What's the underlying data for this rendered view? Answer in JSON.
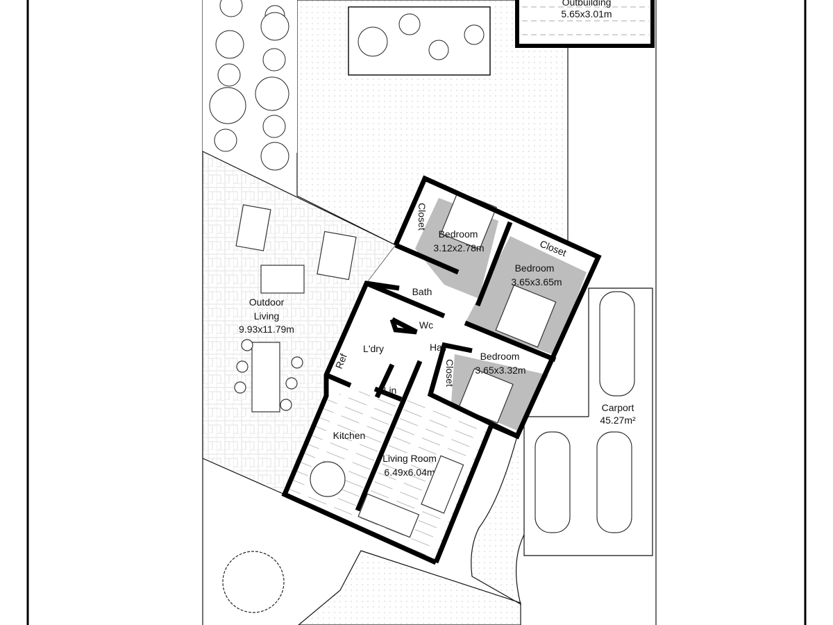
{
  "plan": {
    "rooms": {
      "outbuilding": {
        "name": "Outbuilding",
        "size": "5.65x3.01m"
      },
      "bedroom1": {
        "name": "Bedroom",
        "size": "3.12x2.78m"
      },
      "bedroom2": {
        "name": "Bedroom",
        "size": "3.65x3.65m"
      },
      "bedroom3": {
        "name": "Bedroom",
        "size": "3.65x3.32m"
      },
      "closet1": "Closet",
      "closet2": "Closet",
      "closet3": "Closet",
      "bath": "Bath",
      "wc": "Wc",
      "laundry": "L'dry",
      "hall": "Hall",
      "ref": "Ref",
      "linen": "Lin",
      "kitchen": "Kitchen",
      "living": {
        "name": "Living Room",
        "size": "6.49x6.04m"
      },
      "outdoor": {
        "name1": "Outdoor",
        "name2": "Living",
        "size": "9.93x11.79m"
      },
      "carport": {
        "name": "Carport",
        "size": "45.27m²"
      }
    },
    "colors": {
      "room_shade": "#bdbdbd",
      "wall": "#000000",
      "dots": "#cfcfcf"
    }
  }
}
